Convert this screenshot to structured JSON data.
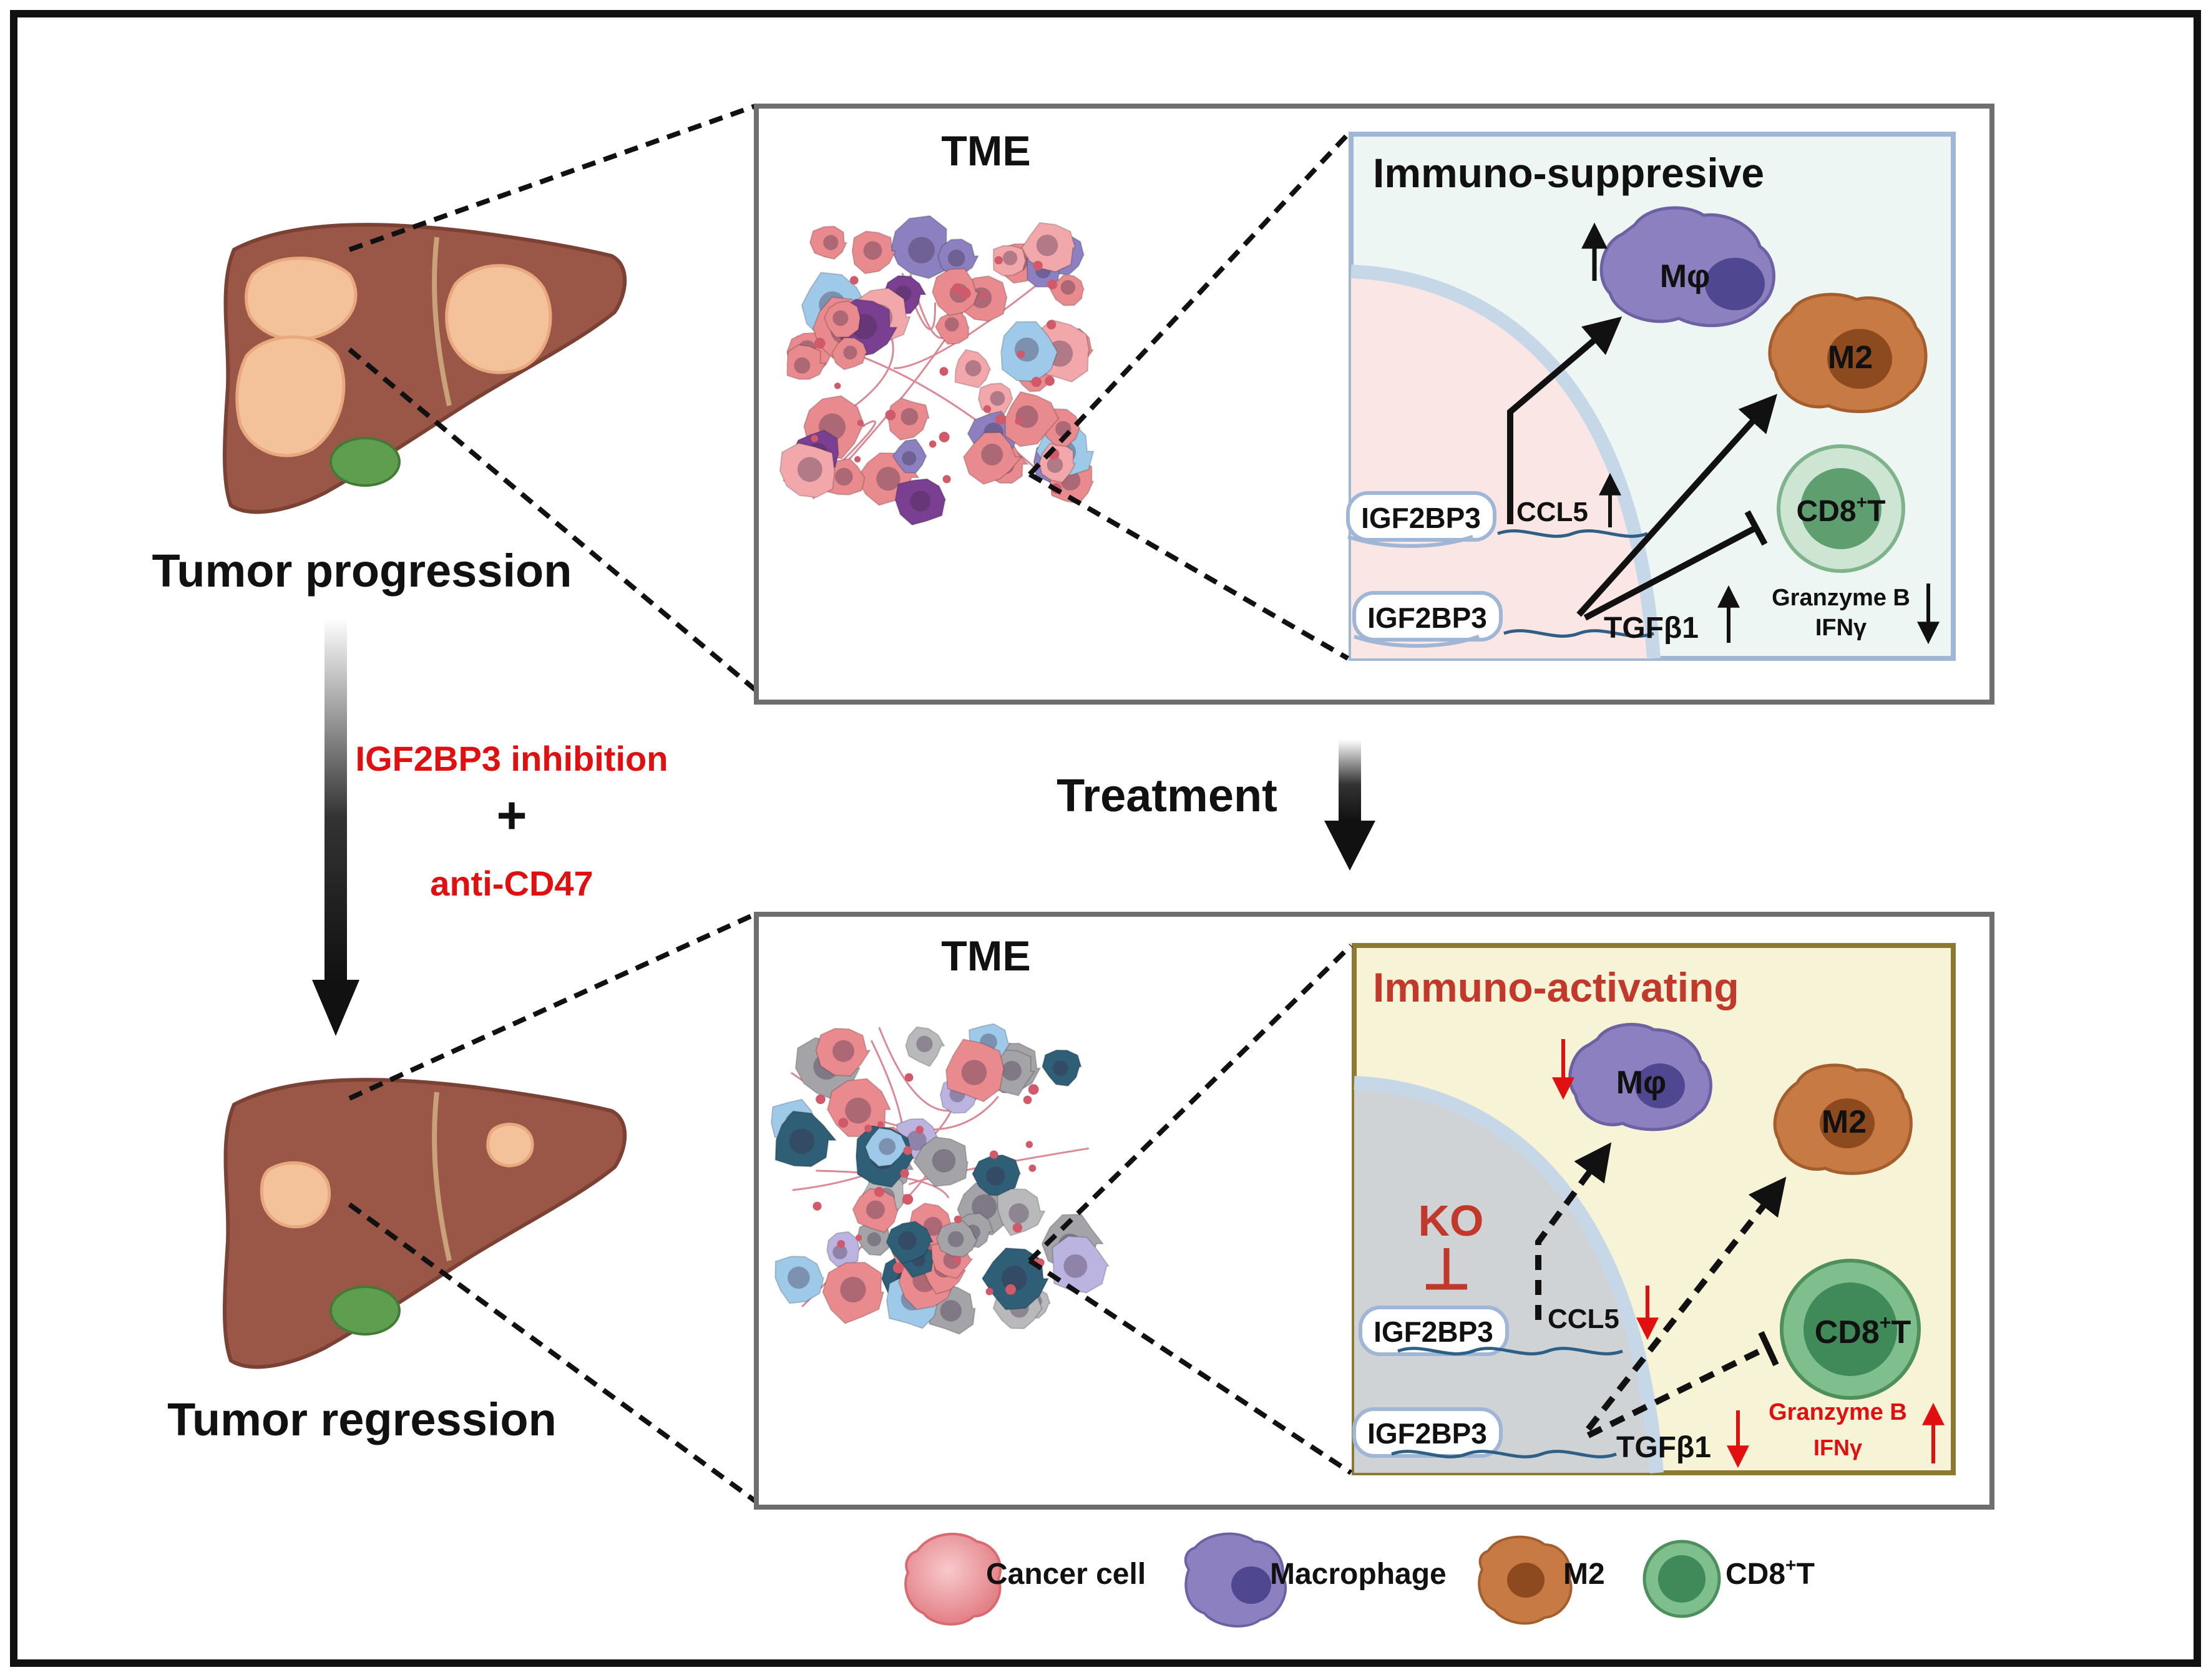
{
  "colors": {
    "frame": "#111111",
    "panel_border": "#6e6e6e",
    "suppressive_border": "#9fb6d6",
    "suppressive_fill": "#eef6f4",
    "cell_pink_fill": "#fbe6e6",
    "activating_border": "#8c7a33",
    "activating_fill": "#f6f3d6",
    "cell_gray_fill": "#cfd3d6",
    "liver": "#9a5646",
    "tumor": "#f4c29a",
    "gallbladder": "#5f9e4e",
    "macrophage": "#8c80c0",
    "m2": "#c77a43",
    "cd8t": "#5f9e6f",
    "cancer_cell": "#e98a8e",
    "text_red": "#e01010",
    "text_rose": "#c0392b",
    "dna": "#2e5f86"
  },
  "icons": {
    "liver": "liver-icon",
    "tumor_cluster": "tumor-microenvironment-icon",
    "cancer_cell": "cancer-cell-icon",
    "macrophage": "macrophage-icon",
    "m2": "m2-macrophage-icon",
    "cd8t": "cd8-t-cell-icon",
    "rna": "rna-strand-icon",
    "inhibit": "inhibit-bar-icon"
  },
  "left": {
    "top_label": "Tumor progression",
    "bottom_label": "Tumor regression",
    "therapy_line1": "IGF2BP3 inhibition",
    "therapy_plus": "+",
    "therapy_line2": "anti-CD47"
  },
  "center": {
    "treatment_label": "Treatment"
  },
  "top_panel": {
    "tme_label": "TME",
    "title": "Immuno-suppresive",
    "macrophage_label": "Mφ",
    "m2_label": "M2",
    "cd8_label_main": "CD8",
    "cd8_label_sup": "+",
    "cd8_label_end": "T",
    "gene1": "IGF2BP3",
    "gene1_target": "CCL5",
    "gene2": "IGF2BP3",
    "gene2_target": "TGFβ1",
    "effector1": "Granzyme B",
    "effector2": "IFNγ"
  },
  "bottom_panel": {
    "tme_label": "TME",
    "title": "Immuno-activating",
    "macrophage_label": "Mφ",
    "m2_label": "M2",
    "cd8_label_main": "CD8",
    "cd8_label_sup": "+",
    "cd8_label_end": "T",
    "ko_label": "KO",
    "gene1": "IGF2BP3",
    "gene1_target": "CCL5",
    "gene2": "IGF2BP3",
    "gene2_target": "TGFβ1",
    "effector1": "Granzyme B",
    "effector2": "IFNγ"
  },
  "legend": {
    "items": [
      {
        "label": "Cancer cell"
      },
      {
        "label": "Macrophage"
      },
      {
        "label": "M2"
      },
      {
        "label_main": "CD8",
        "label_sup": "+",
        "label_end": "T"
      }
    ]
  }
}
